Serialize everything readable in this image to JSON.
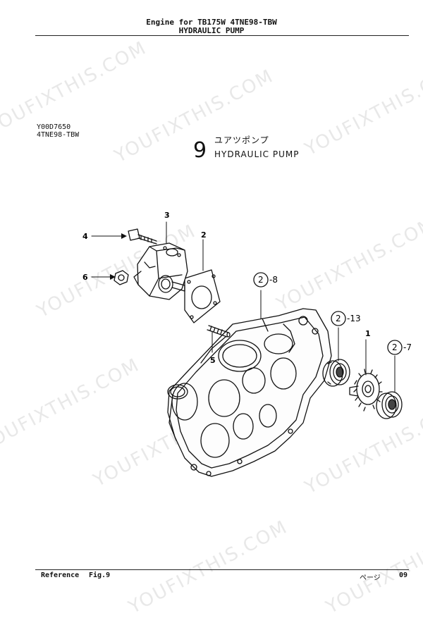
{
  "header": {
    "line1": "Engine for TB175W  4TNE98-TBW",
    "line2": "HYDRAULIC PUMP"
  },
  "reference": {
    "code": "Y00D7650",
    "model": "4TNE98-TBW"
  },
  "figure": {
    "number": "9",
    "title_jp": "ユアツポンプ",
    "title_en": "HYDRAULIC PUMP"
  },
  "parts": {
    "p1": "1",
    "p2": "2",
    "p3": "3",
    "p4": "4",
    "p5": "5",
    "p6": "6"
  },
  "refs": {
    "r1": "2",
    "r1_sub": "-8",
    "r2": "2",
    "r2_sub": "-13",
    "r3": "2",
    "r3_sub": "-7"
  },
  "footer": {
    "reference_label": "Reference",
    "fig_label": "Fig.9",
    "page_label": "ページ",
    "page_number": "09"
  },
  "watermark": "YOUFIXTHIS.COM"
}
